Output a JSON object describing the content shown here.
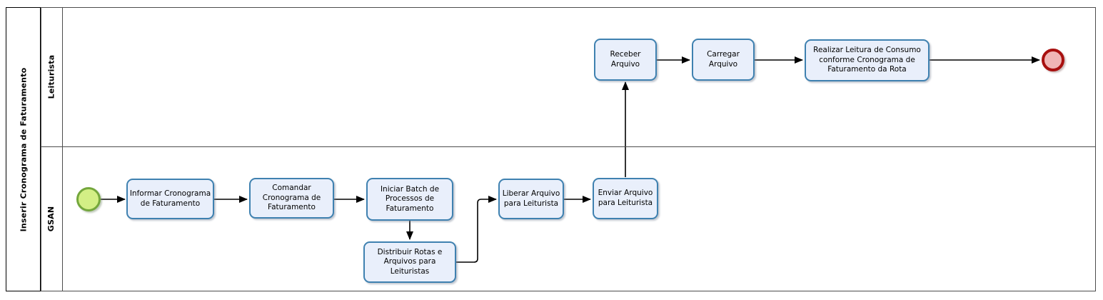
{
  "diagram": {
    "pool_title": "Inserir Cronograma de Faturamento",
    "lanes": [
      {
        "label": "Leiturista"
      },
      {
        "label": "GSAN"
      }
    ]
  },
  "tasks": {
    "informar": {
      "label": "Informar Cronograma\nde Faturamento"
    },
    "comandar": {
      "label": "Comandar\nCronograma de\nFaturamento"
    },
    "iniciar_batch": {
      "label": "Iniciar Batch de\nProcessos de\nFaturamento"
    },
    "distribuir": {
      "label": "Distribuir  Rotas e\nArquivos para\nLeituristas"
    },
    "liberar": {
      "label": "Liberar Arquivo\npara Leiturista"
    },
    "enviar": {
      "label": "Enviar Arquivo\npara Leiturista"
    },
    "receber": {
      "label": "Receber\nArquivo"
    },
    "carregar": {
      "label": "Carregar\nArquivo"
    },
    "realizar": {
      "label": "Realizar Leitura de Consumo\nconforme Cronograma de\nFaturamento da Rota"
    }
  },
  "events": {
    "start": {
      "name": "start-event"
    },
    "end": {
      "name": "end-event"
    }
  },
  "colors": {
    "task-fill": "#e9effb",
    "task-stroke": "#3f81b0",
    "start-fill": "#d3ef85",
    "start-stroke": "#74a73c",
    "end-fill": "#f0b6b6",
    "end-stroke": "#a8100f",
    "flow-stroke": "#000000",
    "lane-border": "#4d4d4d",
    "pool-border": "#000000"
  }
}
